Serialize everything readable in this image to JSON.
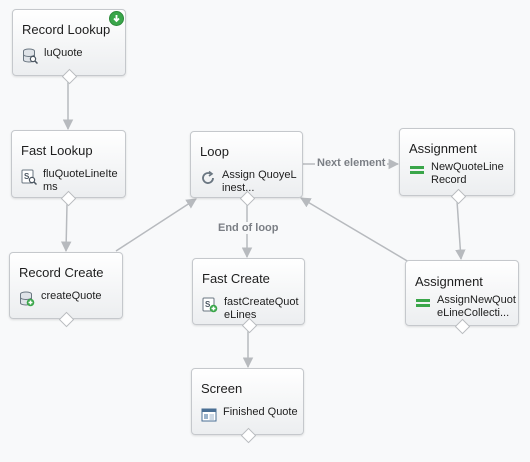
{
  "nodes": {
    "record_lookup": {
      "type": "Record Lookup",
      "name": "luQuote",
      "icon": "database-search-icon"
    },
    "fast_lookup": {
      "type": "Fast Lookup",
      "name": "fluQuoteLineItems",
      "icon": "sobject-search-icon"
    },
    "record_create": {
      "type": "Record Create",
      "name": "createQuote",
      "icon": "database-add-icon"
    },
    "loop": {
      "type": "Loop",
      "name": "Assign QuoyeLinest...",
      "icon": "loop-icon"
    },
    "fast_create": {
      "type": "Fast Create",
      "name": "fastCreateQuoteLines",
      "icon": "sobject-add-icon"
    },
    "screen": {
      "type": "Screen",
      "name": "Finished Quote",
      "icon": "screen-icon"
    },
    "assignment_1": {
      "type": "Assignment",
      "name": "NewQuoteLine Record",
      "icon": "assignment-icon"
    },
    "assignment_2": {
      "type": "Assignment",
      "name": "AssignNewQuoteLineCollecti...",
      "icon": "assignment-icon"
    }
  },
  "edge_labels": {
    "next_element": "Next element",
    "end_of_loop": "End of loop"
  },
  "start_badge_icon": "start-arrow-icon",
  "colors": {
    "edge": "#b7babe",
    "assignment_green": "#3aa64a",
    "icon_blue": "#4a6f94"
  }
}
